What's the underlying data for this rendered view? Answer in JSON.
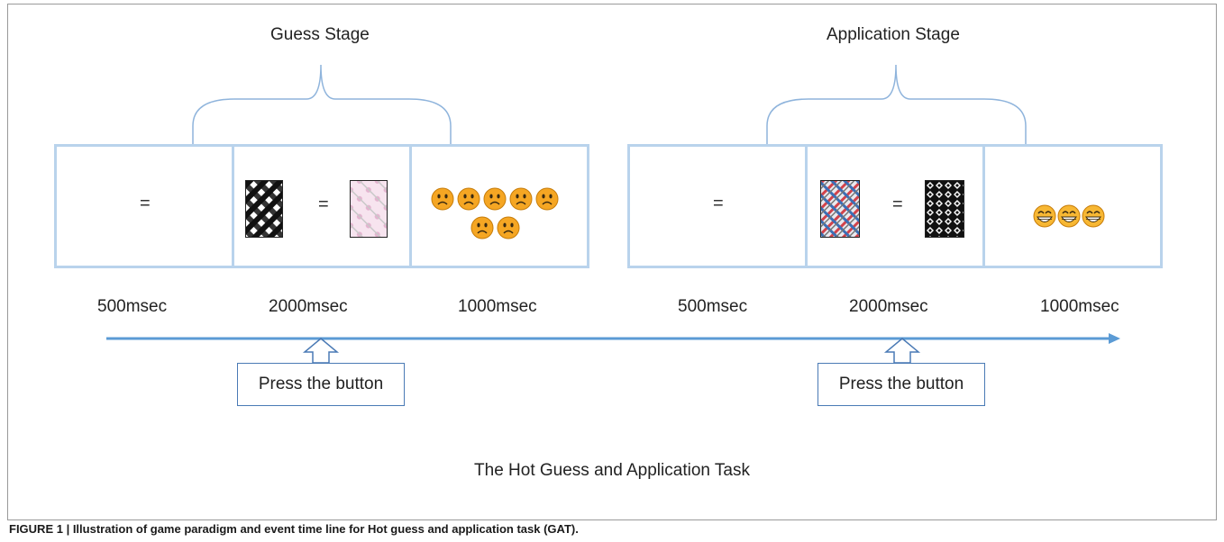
{
  "guess_stage": {
    "title": "Guess Stage",
    "cue_symbol": "=",
    "choice_symbol": "=",
    "feedback_icon": "sad-face-icon",
    "feedback_count": 7
  },
  "application_stage": {
    "title": "Application Stage",
    "cue_symbol": "=",
    "choice_symbol": "=",
    "feedback_icon": "grinning-face-icon",
    "feedback_count": 3
  },
  "durations": [
    "500msec",
    "2000msec",
    "1000msec",
    "500msec",
    "2000msec",
    "1000msec"
  ],
  "callouts": [
    "Press the button",
    "Press the button"
  ],
  "task_title": "The Hot Guess and Application Task",
  "caption": "FIGURE 1 | Illustration of game paradigm and event time line for Hot guess and application task (GAT).",
  "colors": {
    "panel_border": "#b9d3ec",
    "bracket": "#8fb4dc",
    "timeline": "#5b9bd5",
    "callout_border": "#4a7ab5",
    "sad_face": "#f5a623",
    "grin_face": "#f7b733"
  }
}
